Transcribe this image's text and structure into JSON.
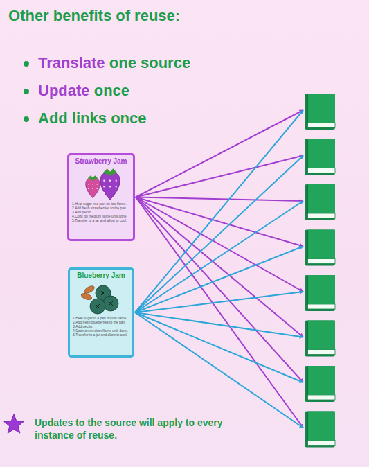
{
  "diagram": {
    "title": "Other benefits of reuse:",
    "nodes": [
      {
        "text": [
          "Strawberry Jam",
          "1.Heat sugar in a pan on low flame.",
          "2.Add fresh strawberries to the pan.",
          "3.Add pectin.",
          "4.Cook on medium flame until done.",
          "5.Transfer to a jar and allow to cool."
        ]
      },
      {
        "text": [
          "Blueberry Jam",
          "1.Heat sugar in a pan on low flame.",
          "2.Add fresh blueberries to the pan.",
          "3.Add pectin.",
          "4.Cook on medium flame until done.",
          "5.Transfer to a jar and allow to cool."
        ]
      }
    ],
    "labels": [
      "Translate",
      "one source",
      "Update",
      "once",
      "Add links",
      "once",
      "Updates to the source will apply to every instance of reuse."
    ]
  }
}
